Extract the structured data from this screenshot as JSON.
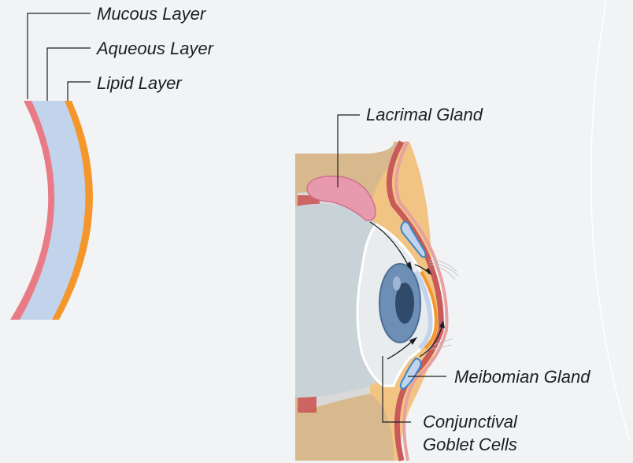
{
  "labels": {
    "mucous_layer": "Mucous Layer",
    "aqueous_layer": "Aqueous Layer",
    "lipid_layer": "Lipid Layer",
    "lacrimal_gland": "Lacrimal Gland",
    "meibomian_gland": "Meibomian Gland",
    "conjunctival_line1": "Conjunctival",
    "conjunctival_line2": "Goblet Cells"
  },
  "colors": {
    "background": "#f2f3f5",
    "mucous": "#e97b86",
    "aqueous": "#c2d3ec",
    "lipid": "#f5962a",
    "skin": "#f1c483",
    "gland": "#e79aad",
    "iris": "#6e8fb5",
    "meibomian_outline": "#3c86c6"
  }
}
